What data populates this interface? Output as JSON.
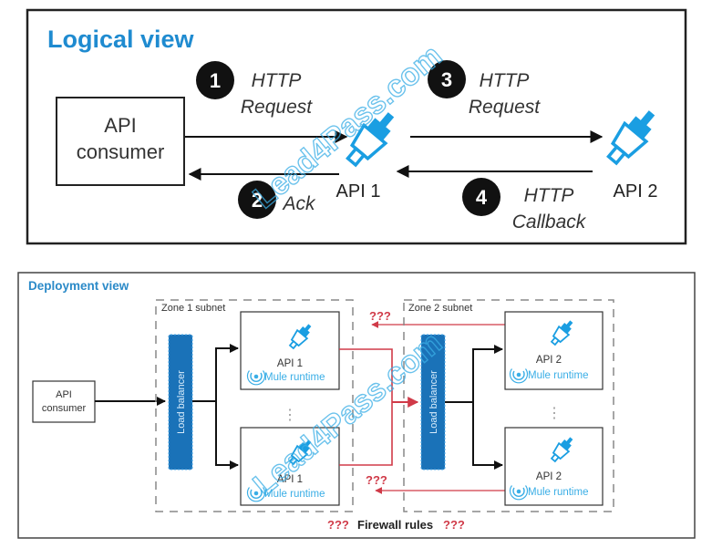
{
  "logical": {
    "title": "Logical view",
    "consumer_line1": "API",
    "consumer_line2": "consumer",
    "api1_label": "API 1",
    "api2_label": "API  2",
    "steps": [
      {
        "num": "1",
        "line1": "HTTP",
        "line2": "Request"
      },
      {
        "num": "2",
        "line1": "Ack",
        "line2": ""
      },
      {
        "num": "3",
        "line1": "HTTP",
        "line2": "Request"
      },
      {
        "num": "4",
        "line1": "HTTP",
        "line2": "Callback"
      }
    ]
  },
  "deployment": {
    "title": "Deployment view",
    "consumer_line1": "API",
    "consumer_line2": "consumer",
    "zone1_label": "Zone 1 subnet",
    "zone2_label": "Zone 2 subnet",
    "load_balancer_label": "Load balancer",
    "api1_label": "API 1",
    "api2_label": "API 2",
    "runtime_label": "Mule runtime",
    "unknown_marker": "???",
    "firewall_label": "Firewall rules",
    "ellipsis": "⋮"
  },
  "watermark": "Lead4Pass.com",
  "colors": {
    "accent_blue": "#1f8bd0",
    "icon_blue": "#1a9ee2",
    "lb_blue": "#1a72b8",
    "firewall_red": "#d03a48",
    "runtime_blue": "#3aaee6"
  }
}
